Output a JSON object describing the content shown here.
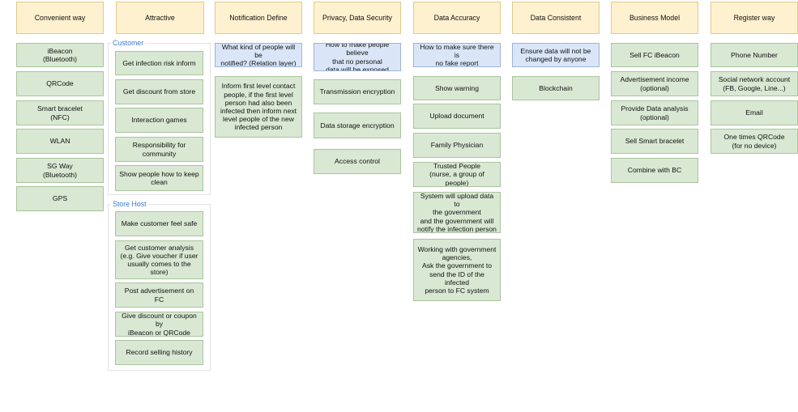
{
  "headers": {
    "convenient_way": "Convenient way",
    "attractive": "Attractive",
    "notification_define": "Notification Define",
    "privacy": "Privacy, Data Security",
    "data_accuracy": "Data Accuracy",
    "data_consistent": "Data Consistent",
    "business_model": "Business Model",
    "register_way": "Register way"
  },
  "convenient_way": {
    "ibeacon": "iBeacon\n(Bluetooth)",
    "qrcode": "QRCode",
    "smart_bracelet": "Smart bracelet\n(NFC)",
    "wlan": "WLAN",
    "sg_way": "SG Way\n(Bluetooth)",
    "gps": "GPS"
  },
  "attractive": {
    "customer_label": "Customer",
    "customer_items": {
      "infection_risk": "Get infection risk inform",
      "discount": "Get discount from store",
      "games": "Interaction games",
      "responsibility": "Responsibility for\ncommunity",
      "keep_clean": "Show people how to keep\nclean"
    },
    "store_host_label": "Store Host",
    "store_items": {
      "feel_safe": "Make customer feel safe",
      "customer_analysis": "Get customer analysis\n(e.g. Give voucher if user\nusually comes to the store)",
      "post_ads": "Post advertisement on FC",
      "give_discount": "Give discount or coupon by\niBeacon or QRCode",
      "record_history": "Record selling history"
    }
  },
  "notification_define": {
    "question": "What kind of people will be\nnotified? (Relation layer)",
    "answer": "Inform first level contact\npeople, if the first level\nperson had also been\ninfected then inform next\nlevel people of the new\ninfected person"
  },
  "privacy": {
    "question": "How to make people believe\nthat no personal\ndata will be exposed",
    "transmission": "Transmission encryption",
    "storage": "Data storage encryption",
    "access": "Access control"
  },
  "data_accuracy": {
    "question": "How to make sure there is\nno fake report",
    "warning": "Show warning",
    "upload": "Upload document",
    "physician": "Family Physician",
    "trusted": "Trusted People\n(nurse, a group of people)",
    "gov_upload": "System will upload data to\nthe government\nand the government will\nnotify the infection person",
    "gov_work": "Working with government\nagencies,\nAsk the government to\nsend the ID of the infected\nperson to FC system"
  },
  "data_consistent": {
    "question": "Ensure data will not be\nchanged by anyone",
    "blockchain": "Blockchain"
  },
  "business_model": {
    "sell_ibeacon": "Sell FC iBeacon",
    "ad_income": "Advertisement income\n(optional)",
    "data_analysis": "Provide Data analysis\n(optional)",
    "sell_bracelet": "Sell Smart bracelet",
    "combine_bc": "Combine with BC"
  },
  "register_way": {
    "phone": "Phone Number",
    "social": "Social network account\n(FB, Google, Line...)",
    "email": "Email",
    "one_time_qr": "One times QRCode\n(for no device)"
  }
}
